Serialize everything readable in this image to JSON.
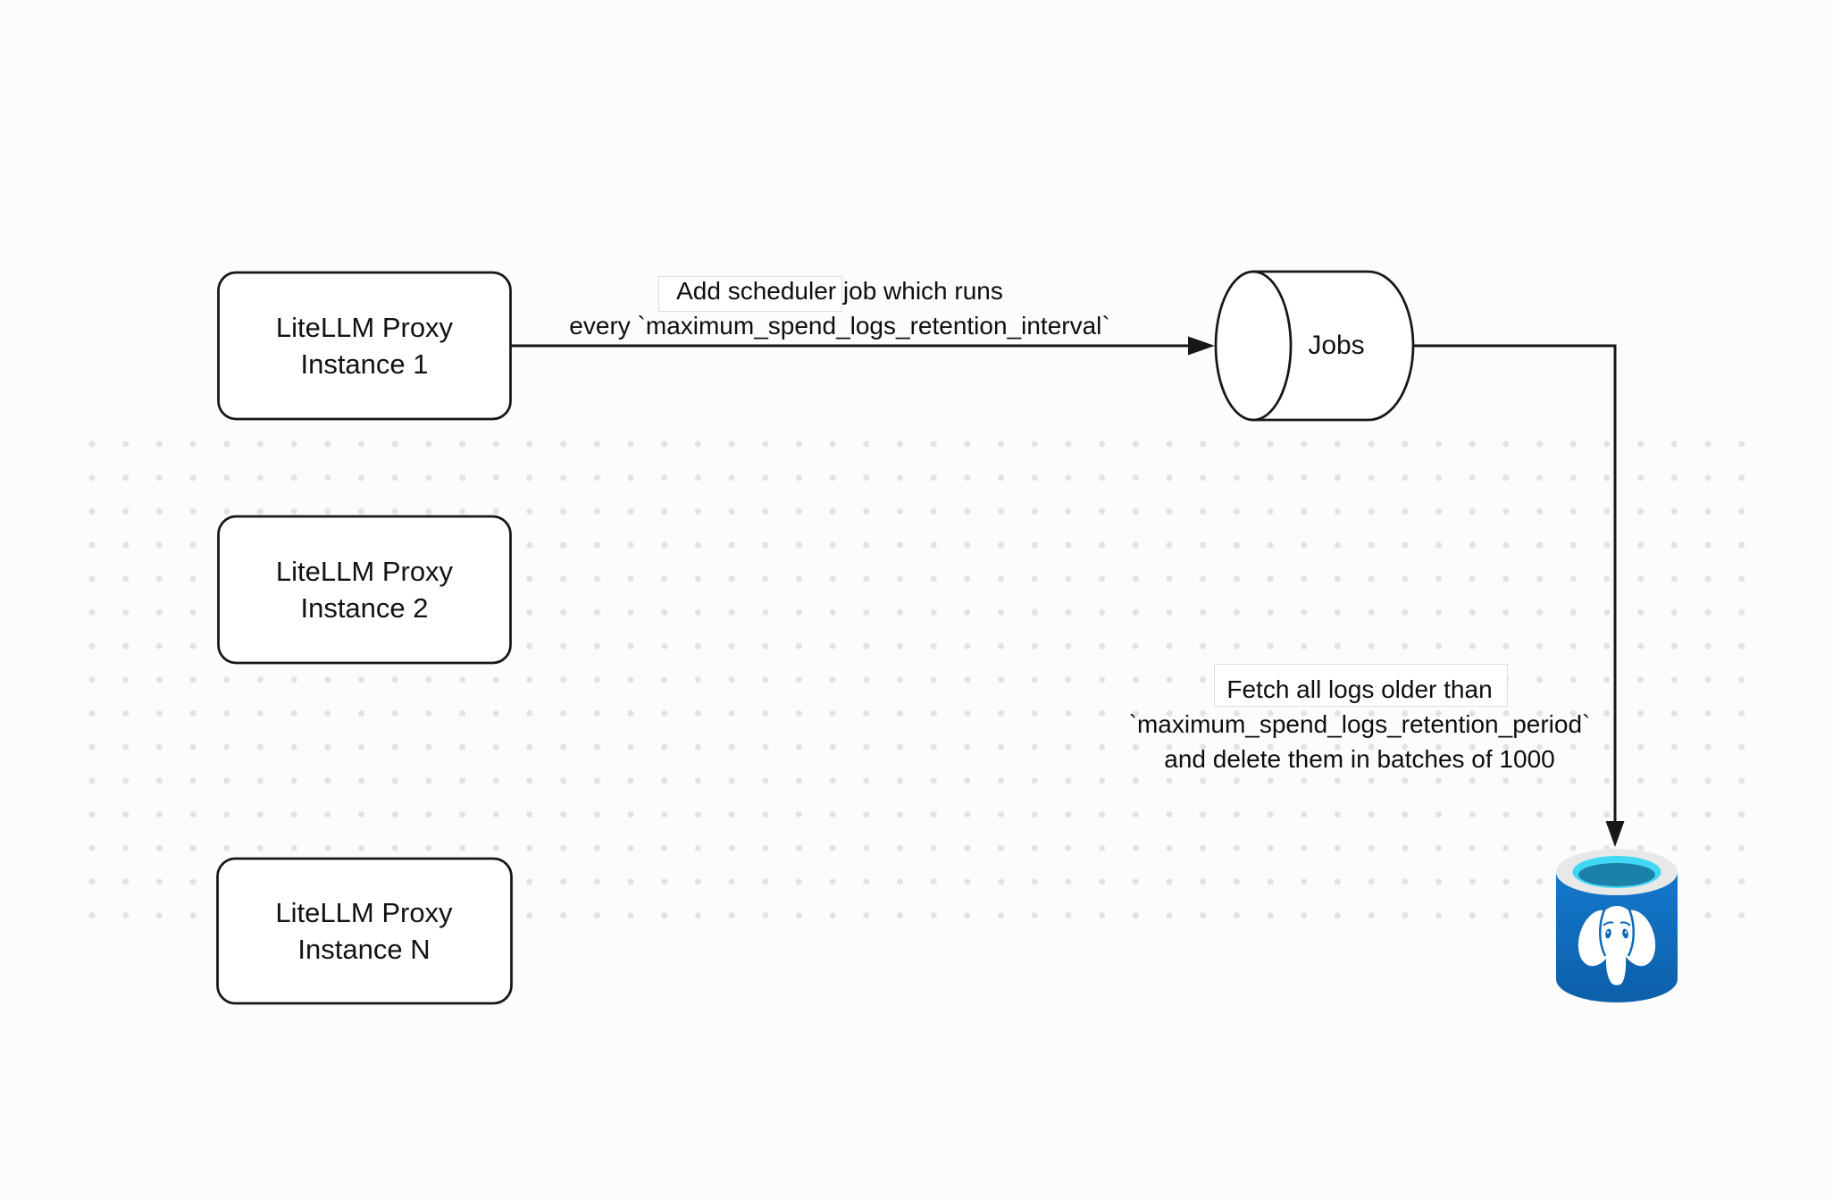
{
  "diagram": {
    "background_color": "#fcfcfc",
    "dot_color": "#e3e3e3",
    "stroke_color": "#171717",
    "nodes": {
      "instance_1": {
        "line1": "LiteLLM Proxy",
        "line2": "Instance 1"
      },
      "instance_2": {
        "line1": "LiteLLM Proxy",
        "line2": "Instance 2"
      },
      "instance_n": {
        "line1": "LiteLLM Proxy",
        "line2": "Instance N"
      },
      "jobs": {
        "label": "Jobs"
      },
      "postgres": {
        "icon": "postgresql-database-icon",
        "body_color": "#1272c3",
        "rim_color": "#e8e8e8",
        "water_color": "#40d8f5"
      }
    },
    "edges": {
      "add_scheduler": {
        "line1": "Add scheduler job which runs",
        "line2": "every `maximum_spend_logs_retention_interval`"
      },
      "fetch_delete": {
        "line1": "Fetch all logs older than",
        "line2": "`maximum_spend_logs_retention_period`",
        "line3": "and delete them in batches of 1000"
      }
    }
  }
}
